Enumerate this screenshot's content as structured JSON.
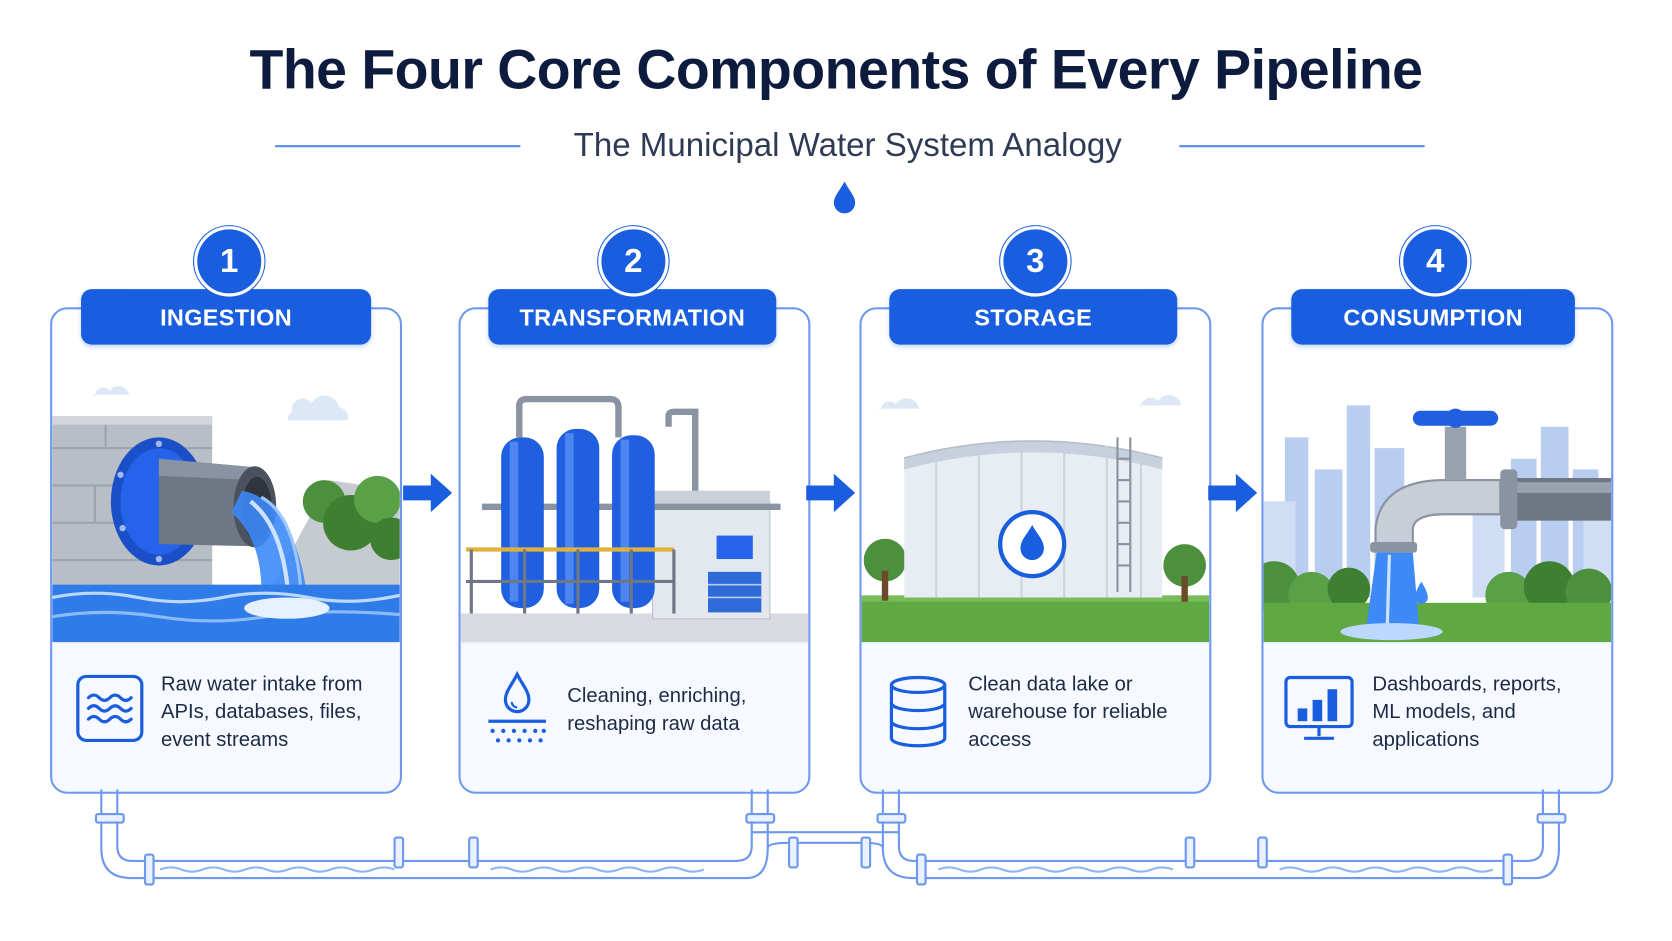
{
  "header": {
    "title": "The Four Core Components of Every Pipeline",
    "subtitle": "The Municipal Water System Analogy"
  },
  "colors": {
    "accent": "#1a5ee0",
    "border": "#6e98f0",
    "water": "#3d8af7",
    "text": "#1e2a44"
  },
  "stages": [
    {
      "number": "1",
      "label": "INGESTION",
      "description": "Raw water intake from APIs, databases, files, event streams",
      "icon": "waves-icon",
      "illustration": "intake-pipe-outflow"
    },
    {
      "number": "2",
      "label": "TRANSFORMATION",
      "description": "Cleaning, enriching, reshaping raw data",
      "icon": "filter-drop-icon",
      "illustration": "treatment-plant"
    },
    {
      "number": "3",
      "label": "STORAGE",
      "description": "Clean data lake or warehouse for reliable access",
      "icon": "database-icon",
      "illustration": "storage-tank"
    },
    {
      "number": "4",
      "label": "CONSUMPTION",
      "description": "Dashboards, reports, ML models, and applications",
      "icon": "dashboard-chart-icon",
      "illustration": "city-faucet"
    }
  ]
}
